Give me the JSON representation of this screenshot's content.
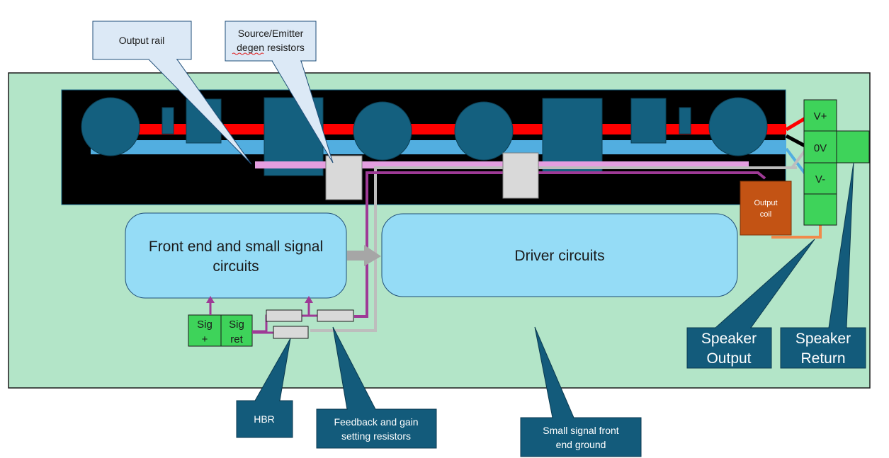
{
  "callouts": {
    "output_rail": "Output rail",
    "degen_line1": "Source/Emitter",
    "degen_line2": "degen resistors",
    "hbr": "HBR",
    "feedback_line1": "Feedback and gain",
    "feedback_line2": "setting resistors",
    "ground_line1": "Small signal front",
    "ground_line2": "end ground",
    "speaker_output_line1": "Speaker",
    "speaker_output_line2": "Output",
    "speaker_return_line1": "Speaker",
    "speaker_return_line2": "Return"
  },
  "blocks": {
    "front_end_line1": "Front end and small signal",
    "front_end_line2": "circuits",
    "driver": "Driver circuits",
    "output_coil_line1": "Output",
    "output_coil_line2": "coil"
  },
  "terminals": {
    "v_plus": "V+",
    "zero_v": "0V",
    "v_minus": "V-",
    "sig_plus_line1": "Sig",
    "sig_plus_line2": "+",
    "sig_ret_line1": "Sig",
    "sig_ret_line2": "ret"
  },
  "colors": {
    "board": "#b3e5c8",
    "heatsink": "#000000",
    "device": "#14607f",
    "positive_rail": "#ff0000",
    "negative_rail": "#52aee0",
    "output_rail": "#e49ee0",
    "feedback_trace": "#9e3a96",
    "ground_trace": "#bdbdbd",
    "terminal": "#3ed35a",
    "coil": "#c35314",
    "block": "#95dcf6",
    "callout_light": "#dce9f6",
    "callout_dark": "#135b7b"
  }
}
